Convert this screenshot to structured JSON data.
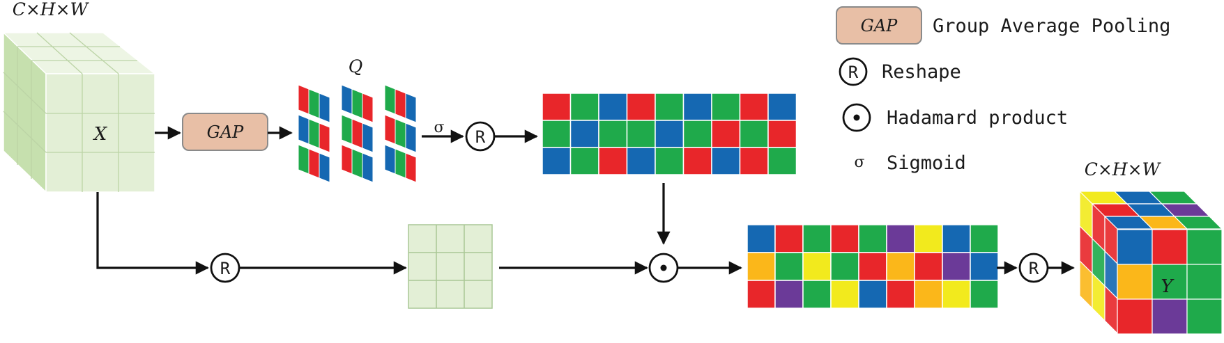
{
  "input": {
    "dims_label": "C×H×W",
    "tensor_label": "X",
    "cube_color": "#e3efd6"
  },
  "gap_block": {
    "label": "GAP",
    "color": "#e8bfa6"
  },
  "q_label": "Q",
  "sigma_symbol": "σ",
  "reshape_symbol": "R",
  "hadamard_symbol": "⊙",
  "legend": {
    "items": [
      {
        "symbol": "GAP",
        "text": "Group Average Pooling"
      },
      {
        "symbol": "R",
        "text": "Reshape"
      },
      {
        "symbol": "⊙",
        "text": "Hadamard product"
      },
      {
        "symbol": "σ",
        "text": "Sigmoid"
      }
    ]
  },
  "output": {
    "dims_label": "C×H×W",
    "tensor_label": "Y"
  },
  "colors": {
    "red": "#e8262a",
    "green": "#1faa4b",
    "blue": "#1568b2",
    "yellow": "#f2ea1d",
    "purple": "#6b3a98",
    "orange": "#fbb71a",
    "grid_light": "#e3efd6"
  },
  "attention_grid": [
    [
      "red",
      "green",
      "blue",
      "red",
      "green",
      "blue",
      "green",
      "red",
      "blue"
    ],
    [
      "green",
      "blue",
      "green",
      "green",
      "blue",
      "green",
      "red",
      "green",
      "red"
    ],
    [
      "blue",
      "green",
      "red",
      "blue",
      "green",
      "red",
      "blue",
      "red",
      "green"
    ]
  ],
  "product_grid": [
    [
      "blue",
      "red",
      "green",
      "red",
      "green",
      "purple",
      "yellow",
      "blue",
      "green"
    ],
    [
      "orange",
      "green",
      "yellow",
      "green",
      "red",
      "orange",
      "red",
      "purple",
      "blue"
    ],
    [
      "red",
      "purple",
      "green",
      "yellow",
      "blue",
      "red",
      "orange",
      "yellow",
      "green"
    ]
  ],
  "output_front": [
    [
      "blue",
      "red",
      "green"
    ],
    [
      "orange",
      "green",
      "green"
    ],
    [
      "red",
      "purple",
      "green"
    ]
  ]
}
